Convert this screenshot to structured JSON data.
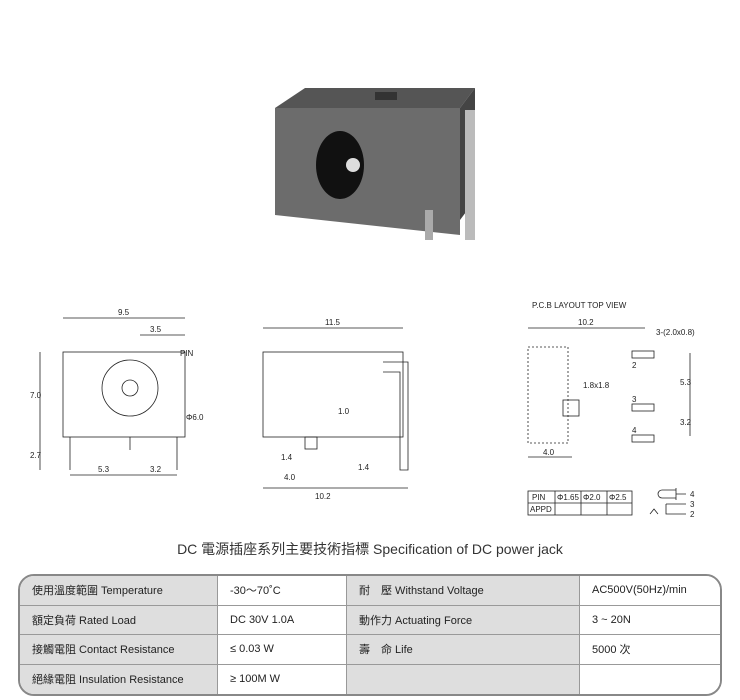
{
  "drawings": {
    "front": {
      "w": "9.5",
      "pin_off": "3.5",
      "pin": "PIN",
      "h": "7.0",
      "leg": "2.7",
      "dia": "Φ6.0",
      "b1": "5.3",
      "b2": "3.2"
    },
    "side": {
      "len": "11.5",
      "t": "1.0",
      "p1": "1.4",
      "p2": "4.0",
      "p3": "1.4",
      "total": "10.2"
    },
    "pcb": {
      "title": "P.C.B LAYOUT    TOP VIEW",
      "w": "10.2",
      "pads": "3-(2.0x0.8)",
      "sq": "1.8x1.8",
      "off": "4.0",
      "d1": "5.3",
      "d2": "3.2",
      "n2": "2",
      "n3": "3",
      "n4": "4"
    },
    "pin_table": {
      "h": [
        "PIN",
        "Φ1.65",
        "Φ2.0",
        "Φ2.5"
      ],
      "r": "APPD"
    },
    "schematic": {
      "p4": "4",
      "p3": "3",
      "p2": "2"
    }
  },
  "title": "DC  電源插座系列主要技術指標 Specification of DC power jack",
  "specs": [
    [
      "使用溫度範圍 Temperature",
      "-30～70˚C",
      "耐　壓 Withstand Voltage",
      "AC500V(50Hz)/min"
    ],
    [
      "額定負荷  Rated Load",
      "DC  30V  1.0A",
      "動作力 Actuating Force",
      "3 ~ 20N"
    ],
    [
      "接觸電阻  Contact Resistance",
      "≤ 0.03 W",
      "壽　命 Life",
      "5000 次"
    ],
    [
      "絕緣電阻  Insulation Resistance",
      "≥ 100M W",
      "",
      ""
    ]
  ]
}
